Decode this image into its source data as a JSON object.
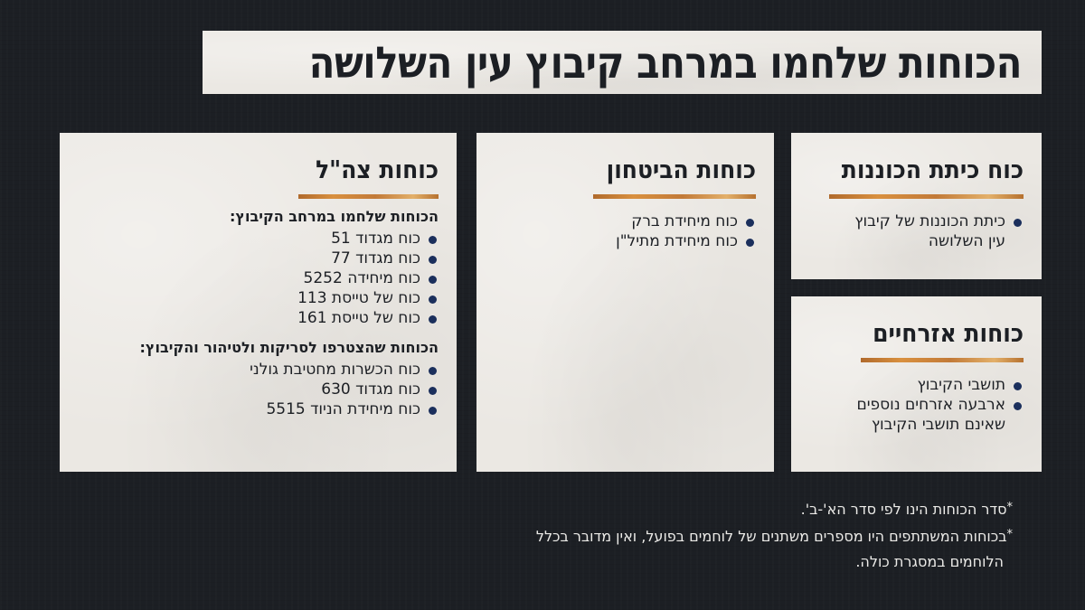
{
  "title": "הכוחות שלחמו במרחב קיבוץ עין השלושה",
  "colors": {
    "background": "#1c1f24",
    "paper": "#ebe8e3",
    "text": "#1c1f24",
    "bullet": "#1b2f5c",
    "accent_gold": "#c27a38"
  },
  "panels": {
    "standby": {
      "heading": "כוח כיתת הכוננות",
      "items": [
        "כיתת הכוננות של קיבוץ עין השלושה"
      ]
    },
    "civilians": {
      "heading": "כוחות אזרחיים",
      "items": [
        "תושבי הקיבוץ",
        "ארבעה אזרחים נוספים שאינם תושבי הקיבוץ"
      ]
    },
    "security": {
      "heading": "כוחות הביטחון",
      "items": [
        "כוח מיחידת ברק",
        "כוח מיחידת מתיל\"ן"
      ]
    },
    "idf": {
      "heading": "כוחות צה\"ל",
      "group1": {
        "subheading": "הכוחות שלחמו במרחב הקיבוץ:",
        "items": [
          "כוח מגדוד 51",
          "כוח מגדוד 77",
          "כוח מיחידה 5252",
          "כוח של טייסת 113",
          "כוח של טייסת 161"
        ]
      },
      "group2": {
        "subheading": "הכוחות שהצטרפו לסריקות ולטיהור והקיבוץ:",
        "items": [
          "כוח הכשרות מחטיבת גולני",
          "כוח מגדוד 630",
          "כוח מיחידת הניוד 5515"
        ]
      }
    }
  },
  "footnotes": {
    "star": "*",
    "line1": "סדר הכוחות הינו לפי סדר הא'-ב'.",
    "line2": "בכוחות המשתתפים היו מספרים משתנים של לוחמים בפועל, ואין מדובר בכלל",
    "line3": "הלוחמים במסגרת כולה."
  }
}
